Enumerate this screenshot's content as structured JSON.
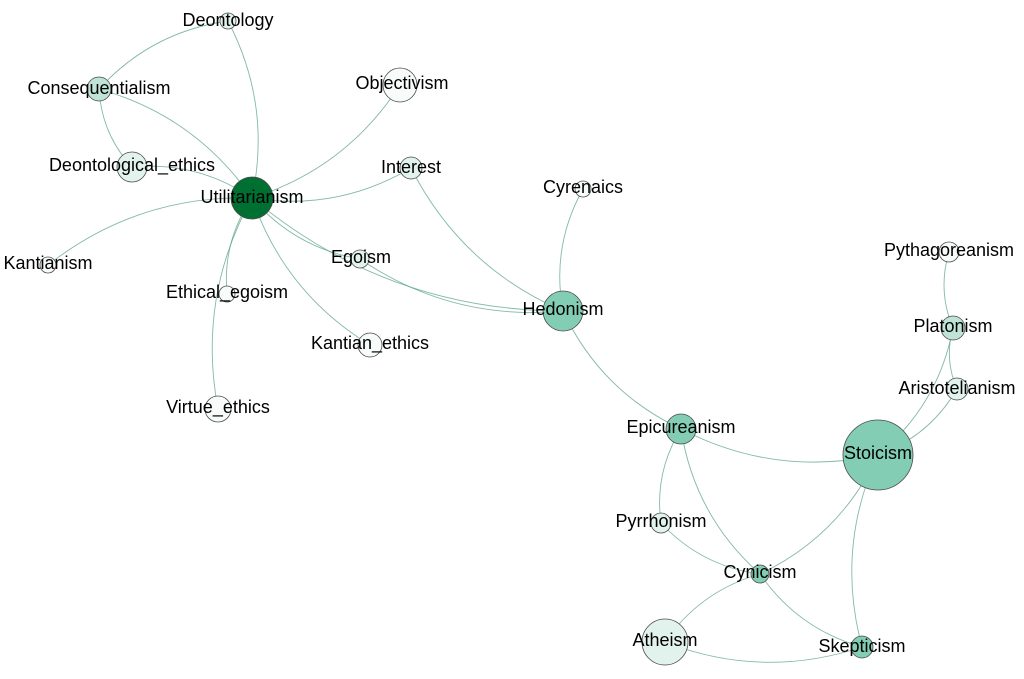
{
  "palette": {
    "edge": "#5aa383",
    "hub": "#006f32",
    "mid": "#82cdb3",
    "light": "#bfe3d6",
    "pale": "#e2f3ed",
    "white": "#f7fcfa"
  },
  "nodes": [
    {
      "id": "utilitarianism",
      "label": "Utilitarianism",
      "shade": "hub"
    },
    {
      "id": "deontology",
      "label": "Deontology",
      "shade": "pale"
    },
    {
      "id": "consequentialism",
      "label": "Consequentialism",
      "shade": "light"
    },
    {
      "id": "deontological-ethics",
      "label": "Deontological_ethics",
      "shade": "pale"
    },
    {
      "id": "kantianism",
      "label": "Kantianism",
      "shade": "white"
    },
    {
      "id": "ethical-egoism",
      "label": "Ethical_egoism",
      "shade": "white"
    },
    {
      "id": "virtue-ethics",
      "label": "Virtue_ethics",
      "shade": "white"
    },
    {
      "id": "objectivism",
      "label": "Objectivism",
      "shade": "white"
    },
    {
      "id": "interest",
      "label": "Interest",
      "shade": "pale"
    },
    {
      "id": "egoism",
      "label": "Egoism",
      "shade": "pale"
    },
    {
      "id": "kantian-ethics",
      "label": "Kantian_ethics",
      "shade": "white"
    },
    {
      "id": "cyrenaics",
      "label": "Cyrenaics",
      "shade": "white"
    },
    {
      "id": "hedonism",
      "label": "Hedonism",
      "shade": "mid"
    },
    {
      "id": "epicureanism",
      "label": "Epicureanism",
      "shade": "mid"
    },
    {
      "id": "pyrrhonism",
      "label": "Pyrrhonism",
      "shade": "pale"
    },
    {
      "id": "cynicism",
      "label": "Cynicism",
      "shade": "mid"
    },
    {
      "id": "atheism",
      "label": "Atheism",
      "shade": "pale"
    },
    {
      "id": "skepticism",
      "label": "Skepticism",
      "shade": "mid"
    },
    {
      "id": "stoicism",
      "label": "Stoicism",
      "shade": "mid"
    },
    {
      "id": "pythagoreanism",
      "label": "Pythagoreanism",
      "shade": "white"
    },
    {
      "id": "platonism",
      "label": "Platonism",
      "shade": "light"
    },
    {
      "id": "aristotelianism",
      "label": "Aristotelianism",
      "shade": "pale"
    }
  ],
  "edges": [
    [
      "utilitarianism",
      "deontology"
    ],
    [
      "utilitarianism",
      "consequentialism"
    ],
    [
      "utilitarianism",
      "deontological-ethics"
    ],
    [
      "utilitarianism",
      "kantianism"
    ],
    [
      "utilitarianism",
      "ethical-egoism"
    ],
    [
      "utilitarianism",
      "virtue-ethics"
    ],
    [
      "utilitarianism",
      "objectivism"
    ],
    [
      "utilitarianism",
      "interest"
    ],
    [
      "utilitarianism",
      "egoism"
    ],
    [
      "utilitarianism",
      "kantian-ethics"
    ],
    [
      "utilitarianism",
      "hedonism"
    ],
    [
      "deontology",
      "consequentialism"
    ],
    [
      "consequentialism",
      "deontological-ethics"
    ],
    [
      "interest",
      "hedonism"
    ],
    [
      "egoism",
      "hedonism"
    ],
    [
      "cyrenaics",
      "hedonism"
    ],
    [
      "hedonism",
      "epicureanism"
    ],
    [
      "epicureanism",
      "stoicism"
    ],
    [
      "epicureanism",
      "pyrrhonism"
    ],
    [
      "epicureanism",
      "cynicism"
    ],
    [
      "pyrrhonism",
      "cynicism"
    ],
    [
      "cynicism",
      "atheism"
    ],
    [
      "cynicism",
      "stoicism"
    ],
    [
      "cynicism",
      "skepticism"
    ],
    [
      "atheism",
      "skepticism"
    ],
    [
      "stoicism",
      "skepticism"
    ],
    [
      "stoicism",
      "aristotelianism"
    ],
    [
      "stoicism",
      "platonism"
    ],
    [
      "pythagoreanism",
      "platonism"
    ],
    [
      "platonism",
      "aristotelianism"
    ]
  ]
}
